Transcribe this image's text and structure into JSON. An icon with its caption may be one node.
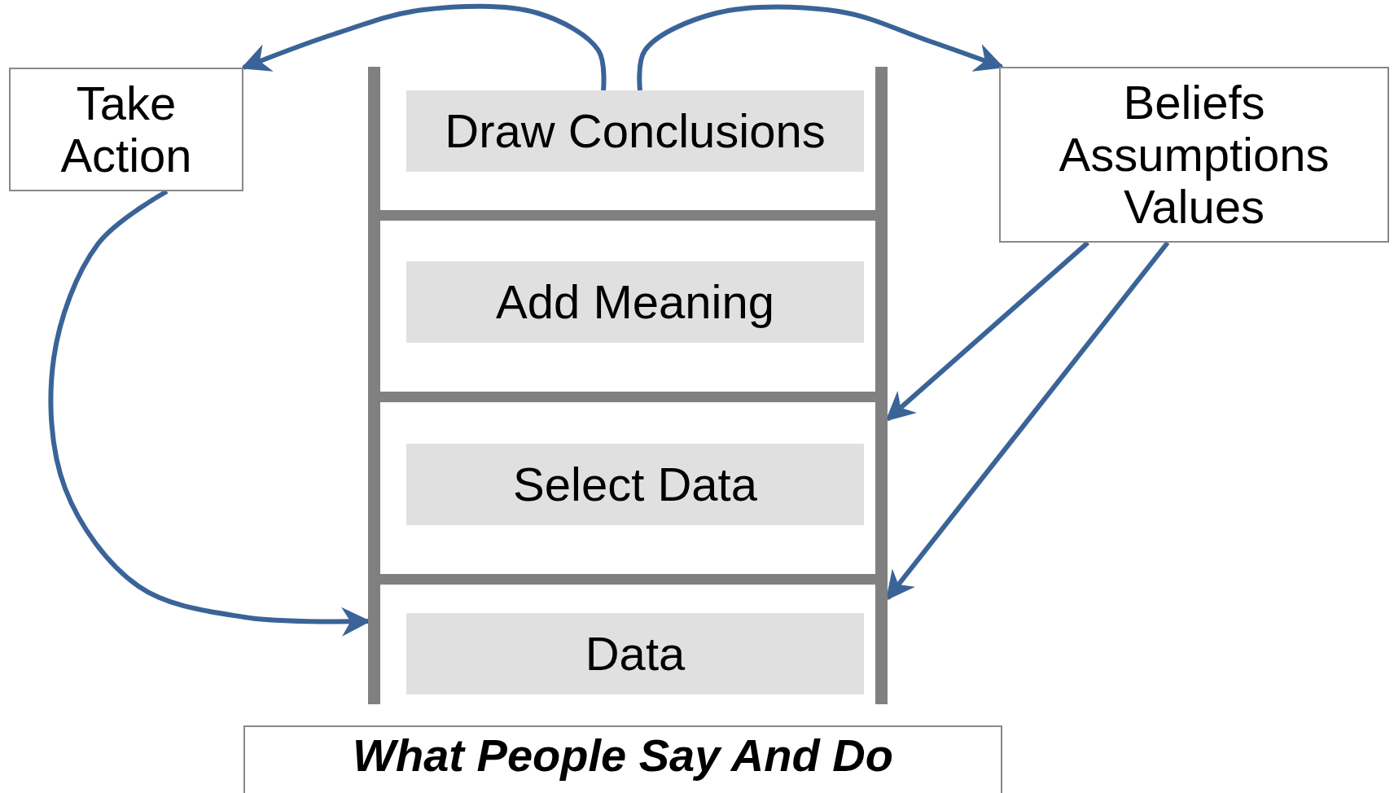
{
  "diagram": {
    "nodes": [
      {
        "text": [
          "Take Action"
        ]
      },
      {
        "text": [
          "Beliefs",
          "Assumptions",
          "Values"
        ]
      },
      {
        "text": [],
        "shape": "ladder"
      },
      {
        "text": [
          "Draw Conclusions"
        ],
        "in": 2
      },
      {
        "text": [
          "Add Meaning"
        ],
        "in": 2
      },
      {
        "text": [
          "Select Data"
        ],
        "in": 2
      },
      {
        "text": [
          "Data"
        ],
        "in": 2
      },
      {
        "text": [
          "What People Say And Do"
        ]
      }
    ],
    "edges": [
      {
        "from": 3,
        "to": 0,
        "arrow": "to"
      },
      {
        "from": 3,
        "to": 1,
        "arrow": "to"
      },
      {
        "from": 0,
        "to": 2,
        "arrow": "to"
      },
      {
        "from": 1,
        "to": 2,
        "arrow": "to"
      },
      {
        "from": 1,
        "to": 2,
        "arrow": "to"
      }
    ]
  }
}
